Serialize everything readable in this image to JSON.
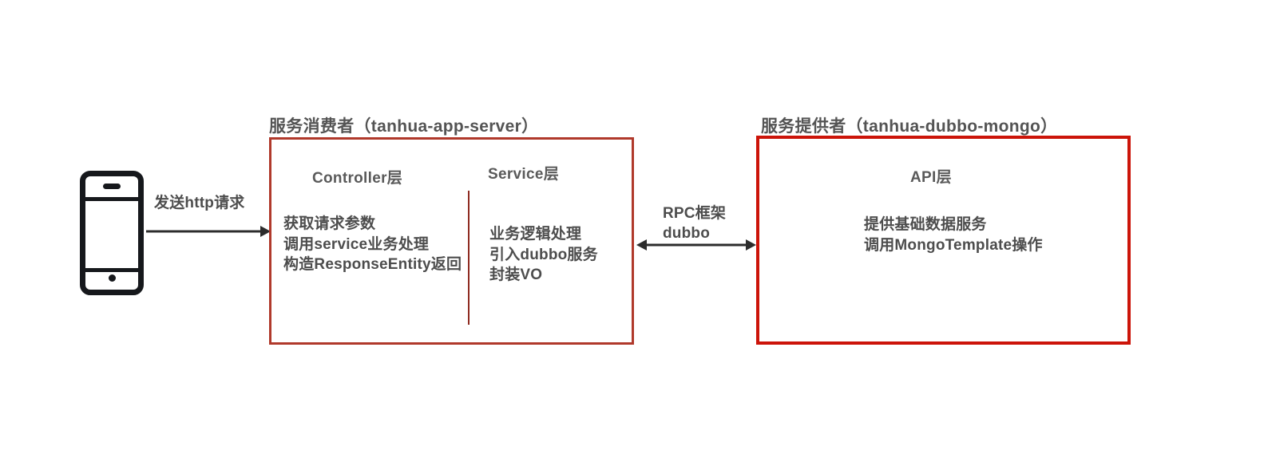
{
  "diagram": {
    "client": {
      "icon": "mobile-phone-icon"
    },
    "flows": [
      {
        "id": "http",
        "label": "发送http请求",
        "direction": "one-way"
      },
      {
        "id": "rpc",
        "label": "RPC框架\ndubbo",
        "direction": "two-way"
      }
    ],
    "consumer": {
      "title": "服务消费者（tanhua-app-server）",
      "border_color": "#b0392b",
      "layers": [
        {
          "id": "controller",
          "heading": "Controller层",
          "body": "获取请求参数\n调用service业务处理\n构造ResponseEntity返回"
        },
        {
          "id": "service",
          "heading": "Service层",
          "body": "业务逻辑处理\n引入dubbo服务\n封装VO"
        }
      ]
    },
    "provider": {
      "title": "服务提供者（tanhua-dubbo-mongo）",
      "border_color": "#cc1409",
      "layers": [
        {
          "id": "api",
          "heading": "API层",
          "body": "提供基础数据服务\n调用MongoTemplate操作"
        }
      ]
    }
  }
}
